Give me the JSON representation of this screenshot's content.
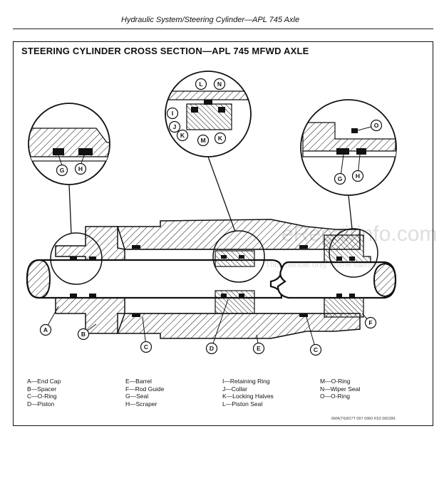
{
  "header": {
    "title": "Hydraulic System/Steering Cylinder—APL 745 Axle"
  },
  "diagram": {
    "title": "STEERING CYLINDER CROSS SECTION—APL 745 MFWD AXLE"
  },
  "callouts": {
    "A": "A",
    "B": "B",
    "C": "C",
    "D": "D",
    "E": "E",
    "F": "F",
    "G": "G",
    "H": "H",
    "I": "I",
    "J": "J",
    "K": "K",
    "L": "L",
    "M": "M",
    "N": "N",
    "O": "O"
  },
  "legend": {
    "col1": [
      "A—End Cap",
      "B—Spacer",
      "C—O-Ring",
      "D—Piston"
    ],
    "col2": [
      "E—Barrel",
      "F—Rod Guide",
      "G—Seal",
      "H—Scraper"
    ],
    "col3": [
      "I—Retaining Ring",
      "J—Collar",
      "K—Locking Halves",
      "L—Piston Seal"
    ],
    "col4": [
      "M—O-Ring",
      "N—Wiper Seal",
      "O—O-Ring"
    ]
  },
  "footer": {
    "code": "6MA(T6)827T 097 0960 K53 060289"
  },
  "watermark": {
    "line1": "eRepairinfo.com",
    "line2": "This manual only online sample"
  }
}
